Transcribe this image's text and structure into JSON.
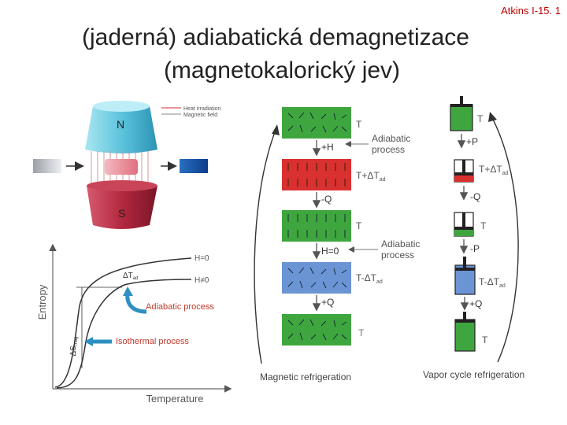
{
  "header": {
    "reference": "Atkins I-15. 1",
    "title_line1": "(jaderná) adiabatická demagnetizace",
    "title_line2": "(magnetokalorický jev)"
  },
  "magnet_figure": {
    "legend_heat": "Heat irradiation",
    "legend_field": "Magnetic field",
    "pole_north": "N",
    "pole_south": "S"
  },
  "entropy_plot": {
    "ylabel": "Entropy",
    "xlabel": "Temperature",
    "curve_h0": "H=0",
    "curve_h": "H≠0",
    "delta_t": "ΔT",
    "delta_t_sub": "ad",
    "delta_s": "ΔS",
    "delta_s_sub": "mag",
    "adiabatic_label": "Adiabatic process",
    "isothermal_label": "Isothermal process"
  },
  "magnetic_cycle": {
    "caption": "Magnetic refrigeration",
    "t1": "T",
    "step1": "+H",
    "t2": "T+ΔT",
    "t2_sub": "ad",
    "step2": "-Q",
    "t3": "T",
    "step3": "H=0",
    "t4": "T-ΔT",
    "t4_sub": "ad",
    "step4": "+Q",
    "t5": "T",
    "adiabatic1": "Adiabatic",
    "adiabatic1b": "process",
    "adiabatic2": "Adiabatic",
    "adiabatic2b": "process"
  },
  "vapor_cycle": {
    "caption": "Vapor cycle refrigeration",
    "t1": "T",
    "step1": "+P",
    "t2": "T+ΔT",
    "t2_sub": "ad",
    "step2": "-Q",
    "t3": "T",
    "step3": "-P",
    "t4": "T-ΔT",
    "t4_sub": "ad",
    "step4": "+Q",
    "t5": "T"
  },
  "colors": {
    "green": "#3fa63f",
    "red": "#d93030",
    "blue": "#6b94d4",
    "cyan": "#66c7dc",
    "crimson": "#b3283e",
    "title_red": "#c00000"
  }
}
